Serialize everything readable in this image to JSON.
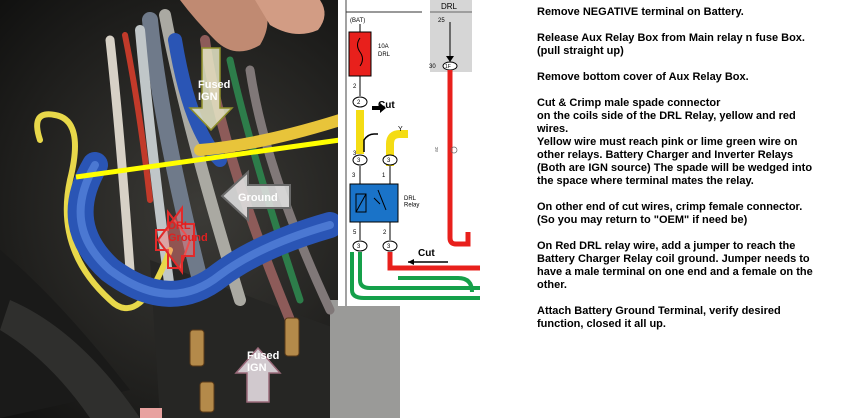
{
  "photo_labels": {
    "fused_ign_top": "Fused\nIGN",
    "ground": "Ground",
    "drl_ground": "DRL\nGround",
    "fused_ign_bottom": "Fused\nIGN"
  },
  "diagram": {
    "bat_label": "(BAT)",
    "fuse_rating": "10A",
    "fuse_name": "DRL",
    "drl_top_label": "DRL",
    "pin_25": "25",
    "pin_30": "30",
    "pin_1f": "1F",
    "pin_2a": "2",
    "pin_2b": "2",
    "pin_3a": "3",
    "pin_3b": "3",
    "pin_1": "1",
    "pin_3c": "3",
    "pin_5": "5",
    "pin_2c": "2",
    "pin_3d": "3",
    "wire_y": "Y",
    "relay_name": "DRL\nRelay",
    "cut_top": "Cut",
    "cut_bottom": "Cut"
  },
  "instructions": [
    "Remove NEGATIVE terminal on Battery.",
    "Release Aux Relay Box from Main relay n fuse Box.\n(pull straight up)",
    "Remove bottom cover of Aux Relay Box.",
    "Cut & Crimp male spade connector\non the coils side of the DRL Relay, yellow and red\nwires.\nYellow wire must reach pink or lime green wire on\nother relays. Battery Charger and Inverter Relays\n(Both are IGN source) The spade will be wedged into\nthe space where terminal mates the relay.",
    "On other end of cut wires, crimp female connector.\n(So you may return to \"OEM\" if need be)",
    "On Red DRL relay wire, add a jumper to reach the\nBattery Charger Relay coil ground. Jumper needs to\nhave a male terminal on one end and a female on the\nother.",
    "Attach Battery Ground Terminal, verify desired\nfunction, closed it all up."
  ],
  "colors": {
    "wire_yellow": "#f4dc14",
    "wire_red": "#e8201c",
    "wire_green": "#15a04a",
    "wire_blue": "#2a55b5",
    "relay_blue": "#1a73c8",
    "drl_grey": "#d6d6d6"
  }
}
